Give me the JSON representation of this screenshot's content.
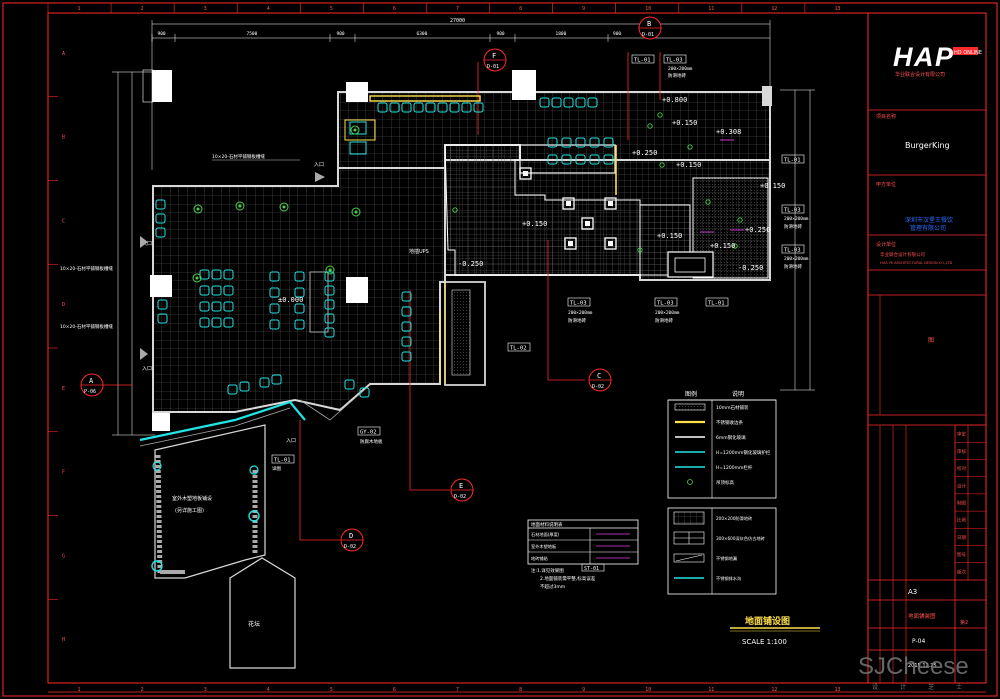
{
  "colors": {
    "frame": "#ff2a2a",
    "wall": "#d8d8d8",
    "grid": "#5a5a5a",
    "cyan": "#22e3e3",
    "yellow": "#ffe14a",
    "green": "#4ed04e",
    "magenta": "#e040e0",
    "white": "#ffffff"
  },
  "ruler": {
    "top": [
      "1",
      "2",
      "3",
      "4",
      "5",
      "6",
      "7",
      "8",
      "9",
      "10",
      "11",
      "12",
      "13"
    ],
    "side": [
      "A",
      "B",
      "C",
      "D",
      "E",
      "F",
      "G",
      "H"
    ]
  },
  "dims": {
    "overall": "27000",
    "segments": [
      "900",
      "7500",
      "900",
      "6300",
      "900",
      "1800",
      "900"
    ]
  },
  "title_block": {
    "logo": "HAP",
    "logo_sub": "HD ONLINE",
    "logo_cn": "华业联合设计有限公司",
    "project_label": "项目名称",
    "project": "BurgerKing",
    "client_label": "甲方单位",
    "client_lines": [
      "深圳市汉堡王餐饮",
      "管理有限公司"
    ],
    "design_label": "设计单位",
    "design_lines": [
      "华业联合设计有限公司",
      "HUA YE ARCHITECTURAL DESIGN CO.,LTD"
    ],
    "sheet_char": "图",
    "rows": [
      "审定",
      "审核",
      "校对",
      "设计",
      "制图",
      "比例",
      "日期",
      "图号",
      "版次"
    ],
    "size": "A3",
    "drawing_title": "地面铺装图",
    "sheet_no": "P-04",
    "date": "2015.12.25",
    "page": "第2"
  },
  "callouts": [
    {
      "letter": "B",
      "sheet": "D-01"
    },
    {
      "letter": "F",
      "sheet": "D-01"
    },
    {
      "letter": "A",
      "sheet": "P-06"
    },
    {
      "letter": "C",
      "sheet": "D-02"
    },
    {
      "letter": "E",
      "sheet": "D-02"
    },
    {
      "letter": "D",
      "sheet": "D-02"
    }
  ],
  "tags": {
    "tl01": "TL-01",
    "tl02": "TL-02",
    "tl03": "TL-03",
    "gy02": "GY-02",
    "st01": "ST-01"
  },
  "labels": {
    "tile_note1": "200×200mm",
    "tile_note2": "防滑地砖",
    "kitchen_tile": "200×200mm",
    "kitchen_tile2": "防滑地砖",
    "lv_0": "±0.000",
    "lv_150": "+0.150",
    "lv_250": "+0.250",
    "lv_308": "+0.308",
    "lv_800": "+0.800",
    "lv_m250": "-0.250",
    "entry": "入口",
    "ups": "地插UPS",
    "note_top": "10×20-石材平铺钢板槽缝",
    "note_left1": "10×20-石材平铺钢板槽缝",
    "note_left2": "10×20-石材平铺钢板槽缝",
    "flower": "花坛",
    "outdoor1": "室外木塑地板铺设",
    "outdoor2": "(另详施工图)",
    "gy_note": "防腐木地板",
    "grill_note": "详图"
  },
  "legend": {
    "title": "图例",
    "title2": "说明",
    "items": [
      "10mm石材铺装",
      "不锈钢收边条",
      "6mm钢化玻璃",
      "H=1200mm钢化玻璃护栏",
      "H=1200mm栏杆",
      "吊顶标高"
    ]
  },
  "legend2": {
    "items": [
      "200×200防滑地砖",
      "300×600深灰色仿古地砖",
      "不锈钢地漏",
      "不锈钢排水沟"
    ]
  },
  "notes_table": {
    "title": "地面材料说明表",
    "rows": [
      "石材地面(厚度)",
      "室外木塑地板",
      "地砖铺贴"
    ],
    "footer1": "注:1.详见效果图",
    "footer2": "2.地面铺装需平整,标高误差",
    "footer3": "不超过3mm"
  },
  "drawing_title": "地面铺设图",
  "scale": "SCALE 1:100",
  "watermark": "SJCheese",
  "watermark_sub": [
    "设",
    "计",
    "芝",
    "士"
  ]
}
